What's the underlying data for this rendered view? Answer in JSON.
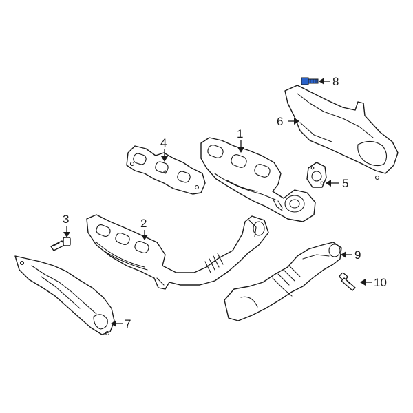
{
  "callouts": {
    "c1": "1",
    "c2": "2",
    "c3": "3",
    "c4": "4",
    "c5": "5",
    "c6": "6",
    "c7": "7",
    "c8": "8",
    "c9": "9",
    "c10": "10"
  },
  "colors": {
    "line": "#1a1a1a",
    "highlight": "#2a62c9",
    "background": "#ffffff"
  }
}
